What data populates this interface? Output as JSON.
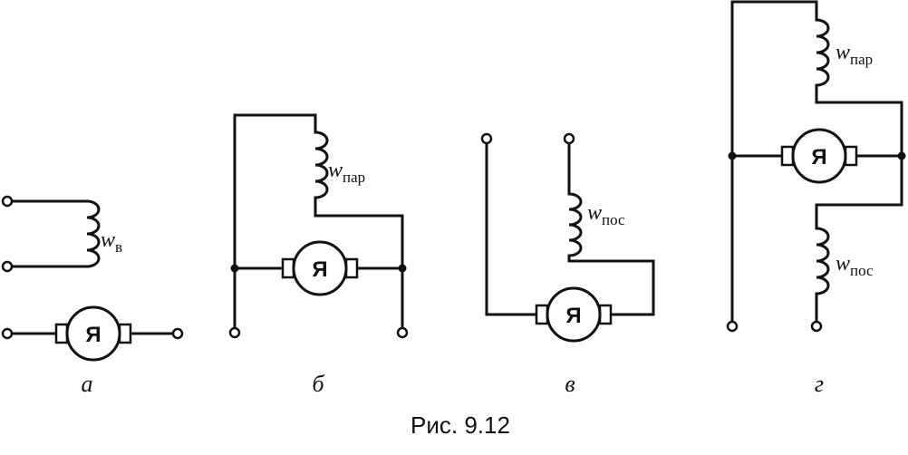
{
  "armature_symbol": "Я",
  "winding_symbol": "w",
  "panels": [
    {
      "label": "а",
      "windings": [
        {
          "sub": "в"
        }
      ]
    },
    {
      "label": "б",
      "windings": [
        {
          "sub": "пар"
        }
      ]
    },
    {
      "label": "в",
      "windings": [
        {
          "sub": "пос"
        }
      ]
    },
    {
      "label": "г",
      "windings": [
        {
          "sub": "пар"
        },
        {
          "sub": "пос"
        }
      ]
    }
  ],
  "caption": "Рис. 9.12"
}
